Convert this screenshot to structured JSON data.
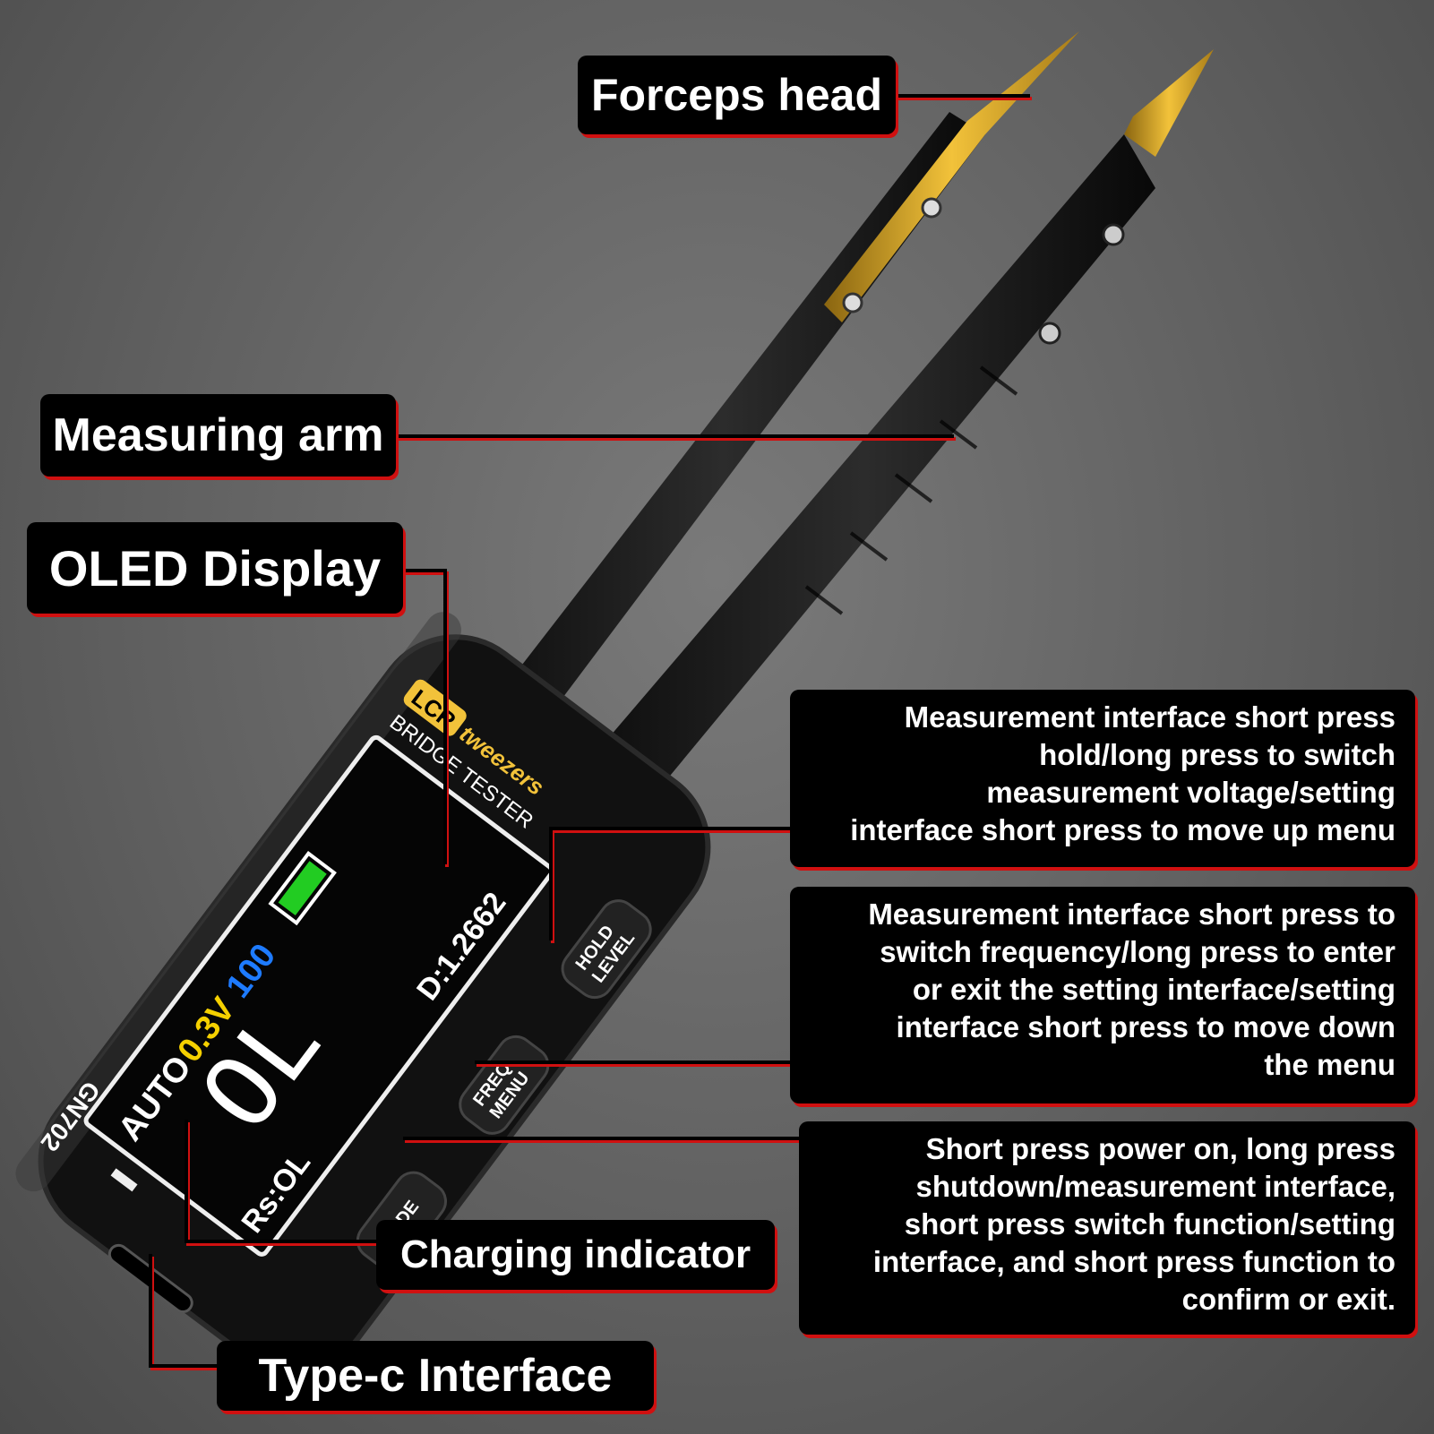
{
  "labels": {
    "forceps_head": "Forceps head",
    "measuring_arm": "Measuring arm",
    "oled_display": "OLED Display",
    "charging_indicator": "Charging indicator",
    "type_c": "Type-c Interface"
  },
  "descriptions": {
    "hold_level_button": [
      "Measurement interface short press",
      "hold/long press to switch",
      "measurement voltage/setting",
      "interface short press to move up menu"
    ],
    "freq_menu_button": [
      "Measurement interface short press to",
      "switch frequency/long press to enter",
      "or exit the setting interface/setting",
      "interface short press to move down",
      "the menu"
    ],
    "mode_button": [
      "Short press power on, long press",
      "shutdown/measurement interface,",
      "short press switch function/setting",
      "interface, and short press function to",
      "confirm or exit."
    ]
  },
  "device": {
    "brand_lcr": "LCR",
    "brand_tweezers": "tweezers",
    "subtitle": "BRIDGE TESTER",
    "model": "GN702",
    "screen": {
      "mode": "AUTO",
      "voltage": "0.3V",
      "frequency": "100",
      "main_value": "OL",
      "d_value": "D:1.2662",
      "rs_value": "Rs:OL"
    },
    "buttons": {
      "hold_level": [
        "HOLD",
        "LEVEL"
      ],
      "freq_menu": [
        "FREQ",
        "MENU"
      ],
      "mode": "MODE"
    },
    "battery_color": "#22cc22"
  },
  "colors": {
    "accent": "#d01010",
    "voltage": "#f5d000",
    "frequency": "#1e7bff",
    "gold": "#d9a520"
  }
}
